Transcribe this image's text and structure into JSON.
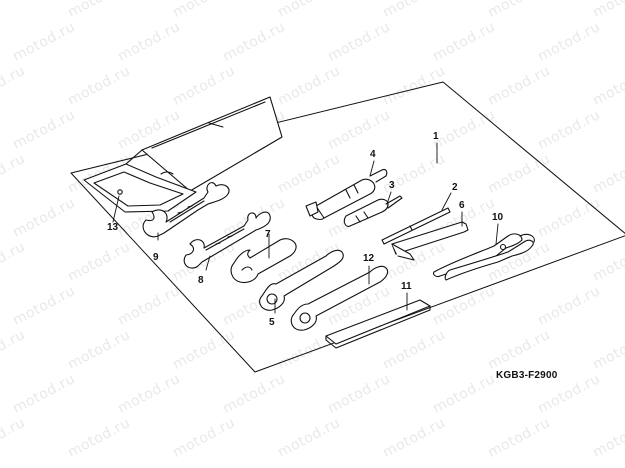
{
  "watermark": "motod.ru",
  "drawing_code": "KGB3-F2900",
  "callouts": {
    "c1": "1",
    "c2": "2",
    "c3": "3",
    "c4": "4",
    "c5": "5",
    "c6": "6",
    "c7": "7",
    "c8": "8",
    "c9": "9",
    "c10": "10",
    "c11": "11",
    "c12": "12",
    "c13": "13"
  },
  "colors": {
    "line": "#111111",
    "watermark": "#e9e9e9",
    "background": "#ffffff"
  }
}
